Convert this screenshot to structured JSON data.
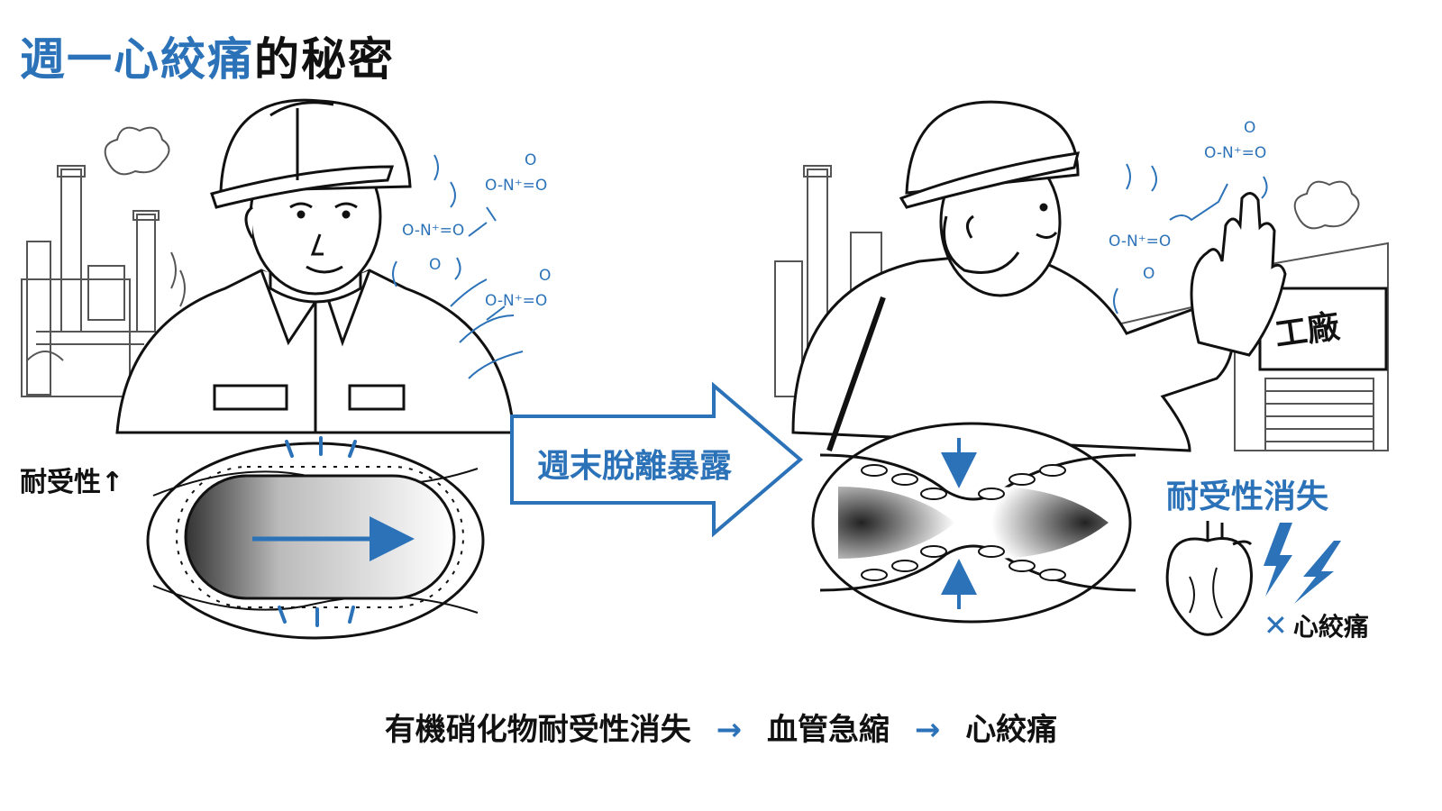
{
  "title": {
    "part1": "週一心絞痛",
    "part2": "的秘密"
  },
  "left_label": "耐受性↑",
  "arrow_label": "週末脫離暴露",
  "right_label": "耐受性消失",
  "angina_label": "心絞痛",
  "angina_mark": "✕",
  "factory_sign": "工廠",
  "chem_labels": {
    "n1": "O-N⁺=O",
    "n2": "O-N⁺=O",
    "n3": "O-N⁺=O",
    "n4": "O-N⁺=O",
    "n5": "O-N⁺=O",
    "o1": "O",
    "o2": "O",
    "o3": "O",
    "o4": "O",
    "o5": "O"
  },
  "caption": {
    "step1": "有機硝化物耐受性消失",
    "arrow1": "→",
    "step2": "血管急縮",
    "arrow2": "→",
    "step3": "心絞痛"
  },
  "colors": {
    "accent": "#2b72b8",
    "ink": "#111111"
  }
}
